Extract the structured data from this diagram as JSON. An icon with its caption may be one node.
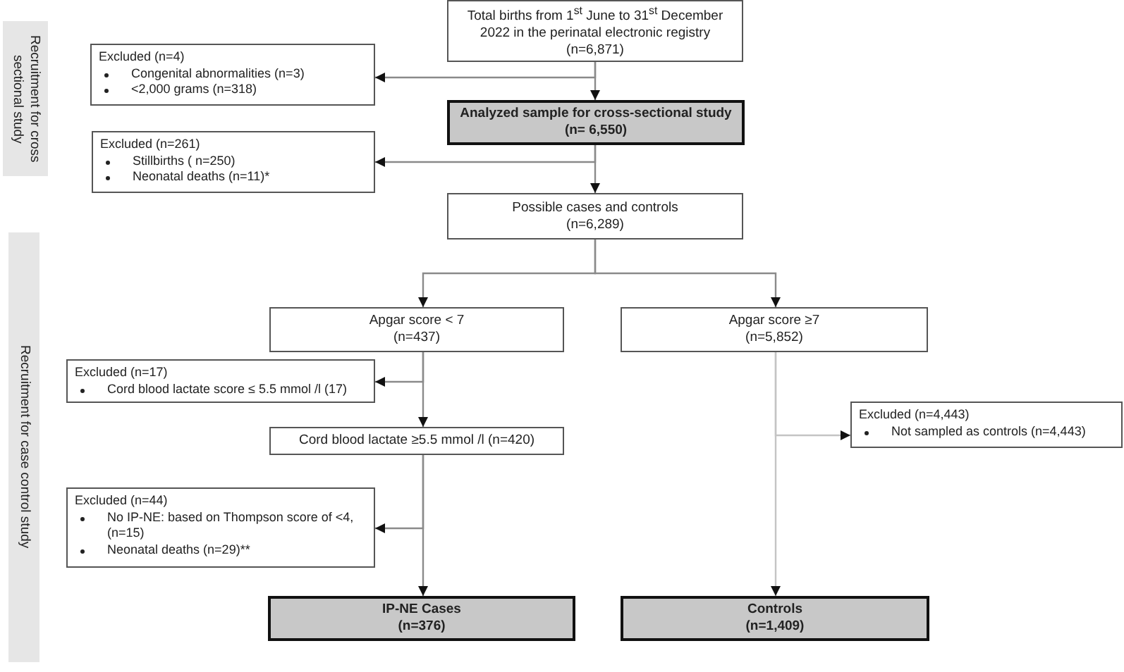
{
  "diagram": {
    "nodes": [
      {
        "text": [
          "Recruitment for cross sectional study"
        ]
      },
      {
        "text": [
          "Total births from  1$^{st}$ June to 31$^{st}$ December 2022 in the perinatal electronic registry",
          "(n=6,871)"
        ]
      },
      {
        "text": [
          "Excluded (n=4)",
          "Congenital abnormalities (n=3)",
          "<2,000 grams (n=318)"
        ]
      },
      {
        "text": [
          "Analyzed sample for cross-sectional study",
          "(n= 6,550)"
        ]
      },
      {
        "text": [
          "Excluded (n=261)",
          "Stillbirths ( n=250)",
          "Neonatal deaths (n=11)*"
        ]
      },
      {
        "text": [
          "Possible cases and controls",
          "(n=6,289)"
        ]
      },
      {
        "text": [
          "Recruitment for  case control study"
        ]
      },
      {
        "text": [
          "Apgar score < 7",
          "(n=437)"
        ]
      },
      {
        "text": [
          "Apgar score ≥7",
          "(n=5,852)"
        ]
      },
      {
        "text": [
          "Excluded (n=17)",
          "Cord blood lactate score ≤ 5.5 mmol /l (17)"
        ]
      },
      {
        "text": [
          "Cord blood lactate  ≥5.5 mmol /l (n=420)"
        ]
      },
      {
        "text": [
          "Excluded (n=4,443)",
          "Not sampled as controls (n=4,443)"
        ]
      },
      {
        "text": [
          "Excluded (n=44)",
          "No IP-NE: based on Thompson score of <4, (n=15)",
          "Neonatal deaths (n=29)**"
        ]
      },
      {
        "text": [
          "IP-NE Cases",
          "(n=376)"
        ]
      },
      {
        "text": [
          "Controls",
          "(n=1,409)"
        ]
      }
    ],
    "edges": [
      {
        "from": 1,
        "to": 2,
        "arrow": "to"
      },
      {
        "from": 1,
        "to": 3,
        "arrow": "to"
      },
      {
        "from": 3,
        "to": 4,
        "arrow": "to"
      },
      {
        "from": 3,
        "to": 5,
        "arrow": "to"
      },
      {
        "from": 5,
        "to": 7,
        "arrow": "to"
      },
      {
        "from": 5,
        "to": 8,
        "arrow": "to"
      },
      {
        "from": 7,
        "to": 9,
        "arrow": "to"
      },
      {
        "from": 7,
        "to": 10,
        "arrow": "to"
      },
      {
        "from": 10,
        "to": 12,
        "arrow": "to"
      },
      {
        "from": 10,
        "to": 13,
        "arrow": "to"
      },
      {
        "from": 8,
        "to": 11,
        "arrow": "to",
        "color": "#c4c4c4"
      },
      {
        "from": 8,
        "to": 14,
        "arrow": "to",
        "color": "#c4c4c4"
      }
    ]
  }
}
